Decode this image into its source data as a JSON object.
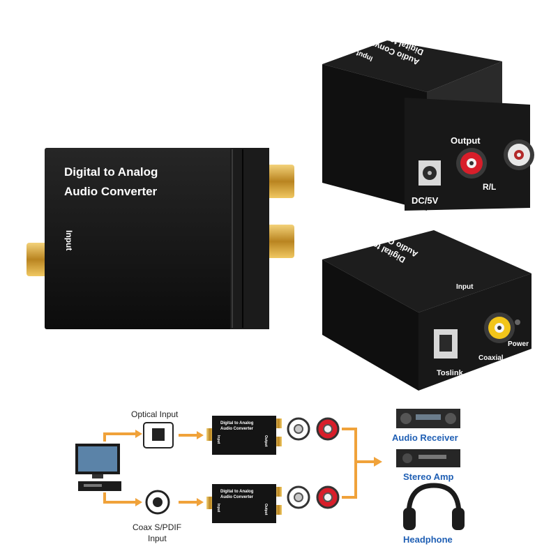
{
  "product": {
    "name_line1": "Digital to Analog",
    "name_line2": "Audio Converter",
    "input_label": "Input",
    "output_label": "Output",
    "rl_label": "R/L",
    "dc_label": "DC/5V",
    "coaxial_label": "Coaxial",
    "power_label": "Power",
    "toslink_label": "Toslink"
  },
  "diagram": {
    "optical_input": "Optical Input",
    "coax_line1": "Coax S/PDIF",
    "coax_line2": "Input",
    "mini_line1": "Digital to Analog",
    "mini_line2": "Audio Converter",
    "mini_input": "Input",
    "mini_output": "Output",
    "destinations": [
      "Audio Receiver",
      "Stereo Amp",
      "Headphone"
    ]
  },
  "colors": {
    "device_body": "#141414",
    "gold": "#c99a2e",
    "arrow": "#f0a23a",
    "label_blue": "#1f5fb4",
    "rca_red": "#d81e2a"
  }
}
